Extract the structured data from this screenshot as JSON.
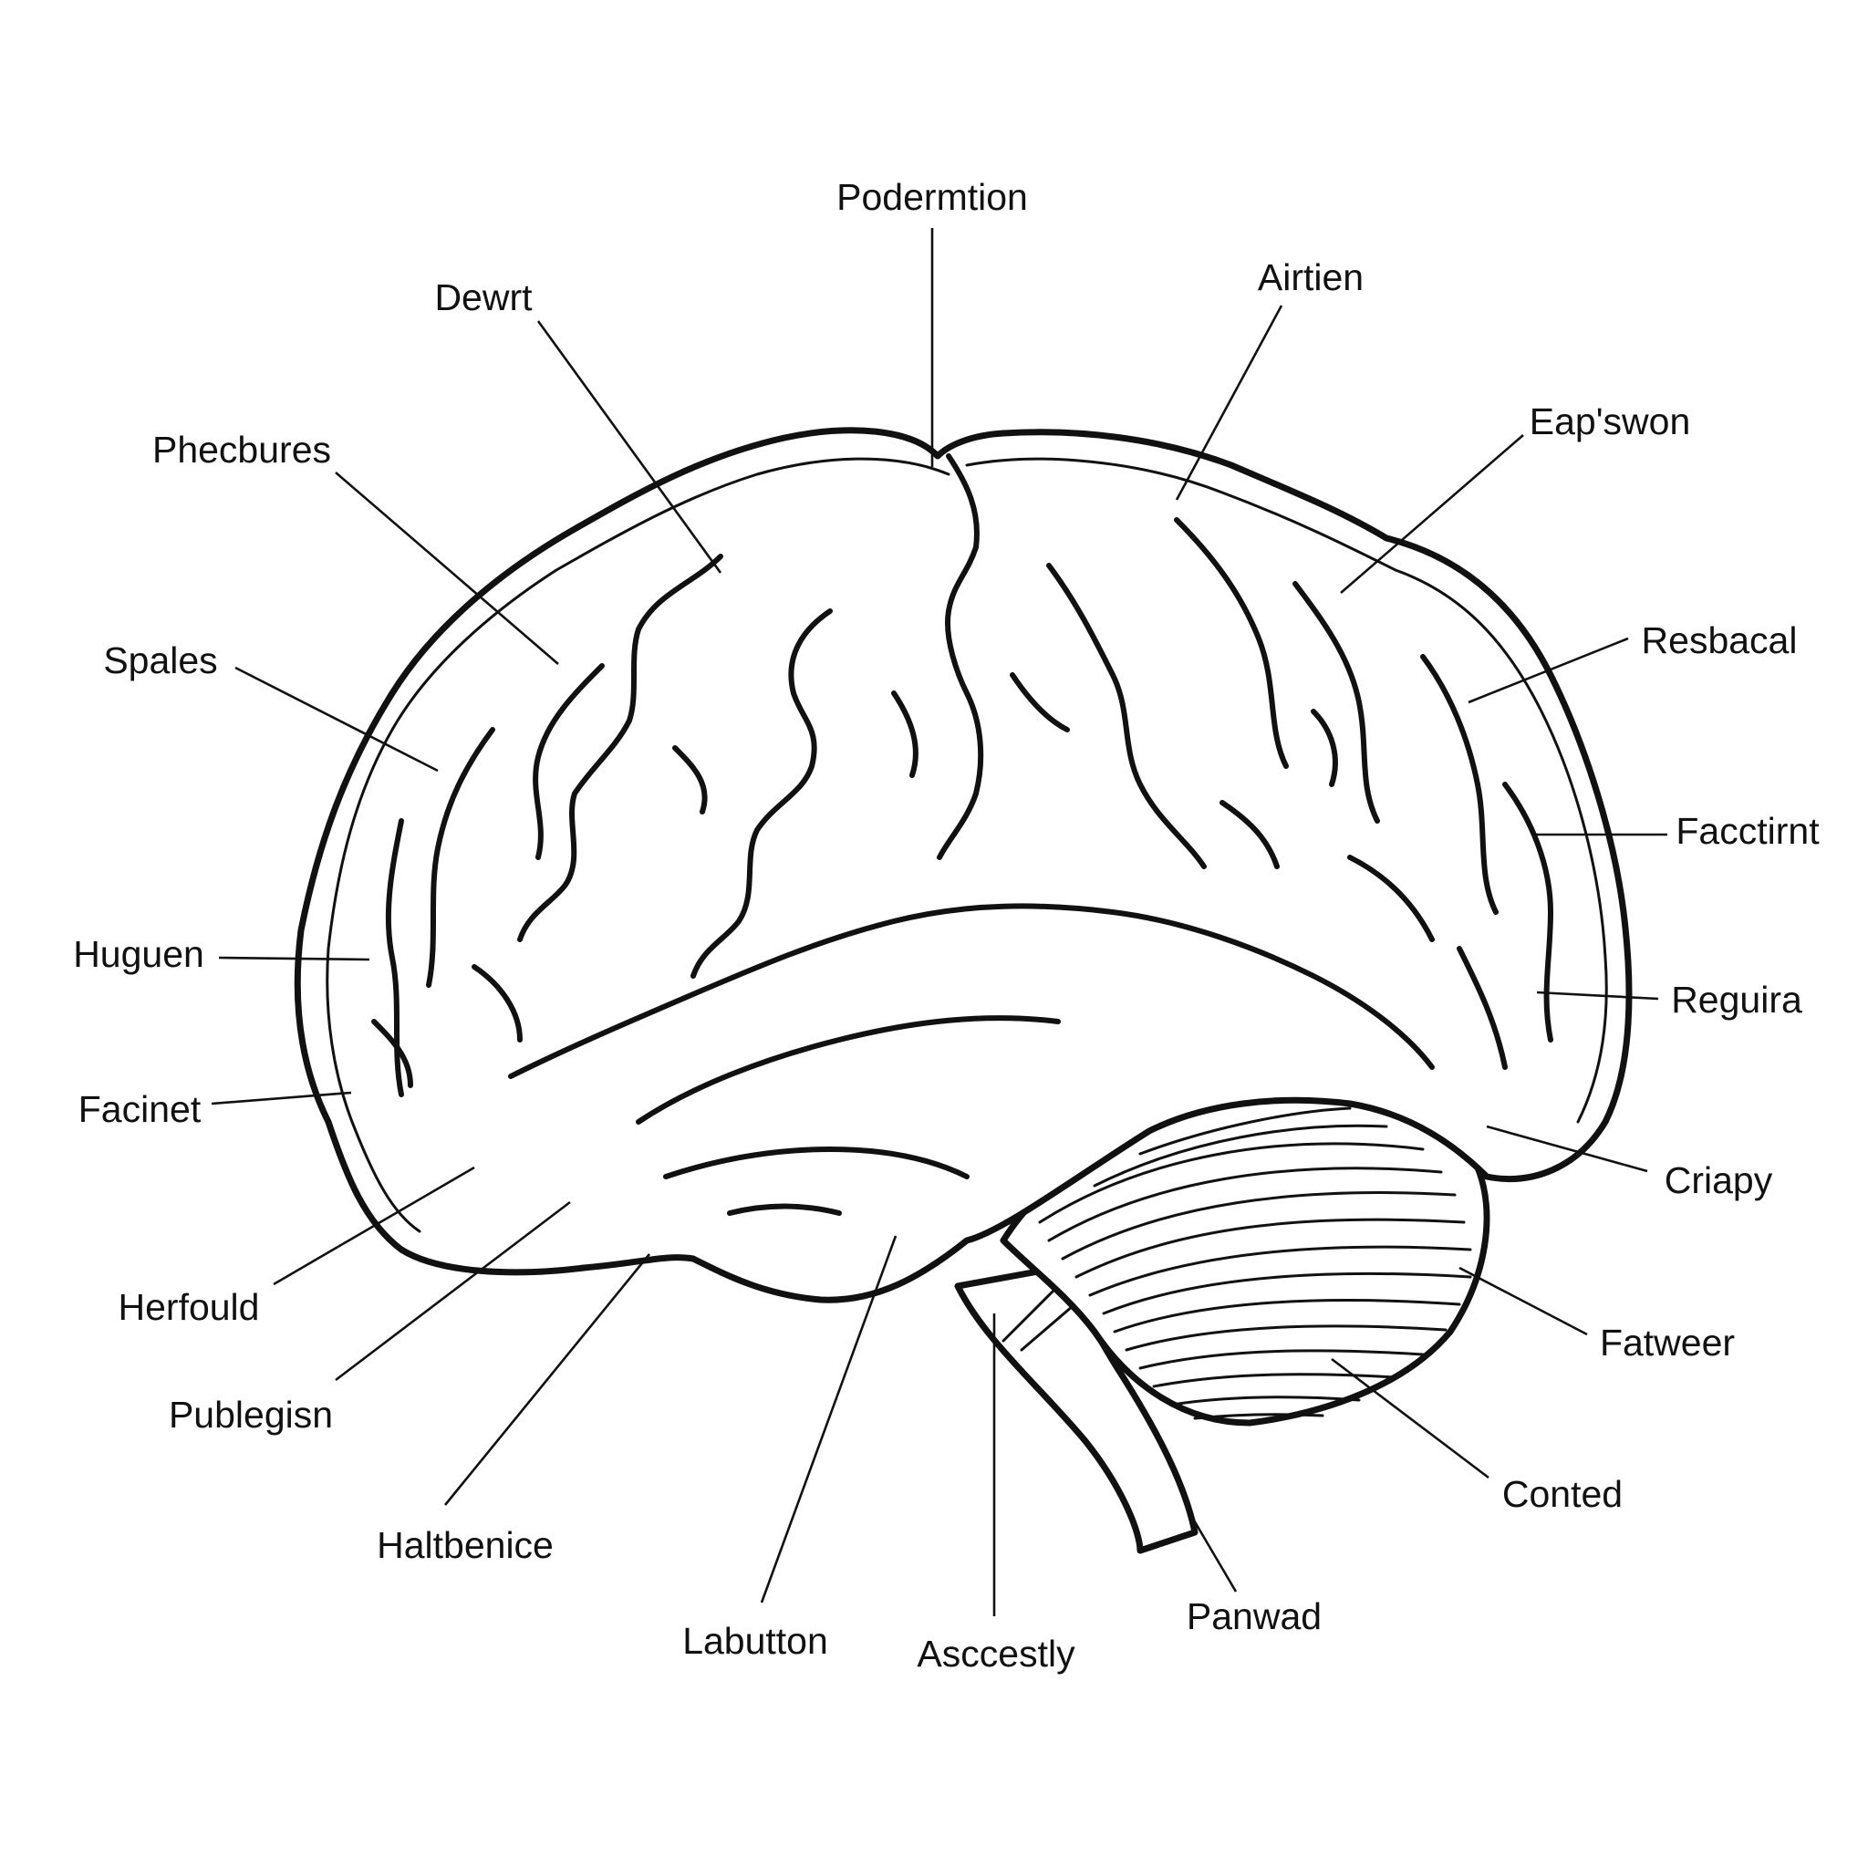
{
  "diagram": {
    "colors": {
      "ink": "#111111",
      "background": "#ffffff"
    },
    "labels": {
      "podermtion": "Podermtion",
      "dewrt": "Dewrt",
      "airtien": "Airtien",
      "phecbures": "Phecbures",
      "eapswon": "Eap'swon",
      "spales": "Spales",
      "resbacal": "Resbacal",
      "factirnt": "Facctirnt",
      "huguen": "Huguen",
      "reguira": "Reguira",
      "facinet": "Facinet",
      "criapy": "Criapy",
      "herfould": "Herfould",
      "fatweer": "Fatweer",
      "publegisn": "Publegisn",
      "conted": "Conted",
      "haltbenice": "Haltbenice",
      "panwad": "Panwad",
      "labutton": "Labutton",
      "asccestly": "Asccestly"
    }
  }
}
